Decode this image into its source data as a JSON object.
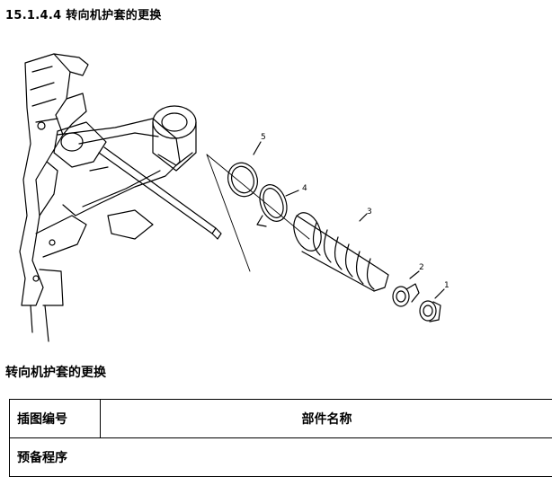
{
  "section": {
    "heading": "15.1.4.4 转向机护套的更换"
  },
  "figure": {
    "callouts": [
      {
        "id": "callout-1",
        "label": "1"
      },
      {
        "id": "callout-2",
        "label": "2"
      },
      {
        "id": "callout-3",
        "label": "3"
      },
      {
        "id": "callout-4",
        "label": "4"
      },
      {
        "id": "callout-5",
        "label": "5"
      }
    ]
  },
  "subtitle": "转向机护套的更换",
  "table": {
    "headers": [
      "插图编号",
      "部件名称"
    ],
    "rows": [
      {
        "label": "预备程序"
      }
    ]
  }
}
